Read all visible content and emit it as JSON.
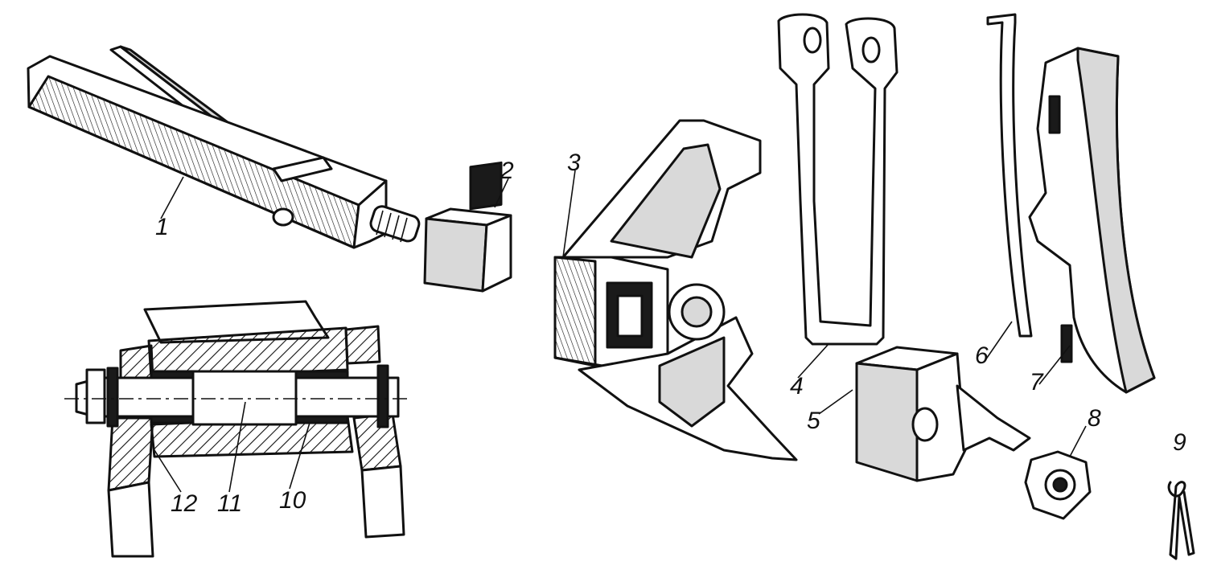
{
  "labels": {
    "l1": "1",
    "l2": "2",
    "l3": "3",
    "l4": "4",
    "l5": "5",
    "l6": "6",
    "l7": "7",
    "l8": "8",
    "l9": "9",
    "l10": "10",
    "l11": "11",
    "l12": "12"
  },
  "colors": {
    "ink": "#111111",
    "paper": "#ffffff",
    "hatch": "#111111"
  }
}
